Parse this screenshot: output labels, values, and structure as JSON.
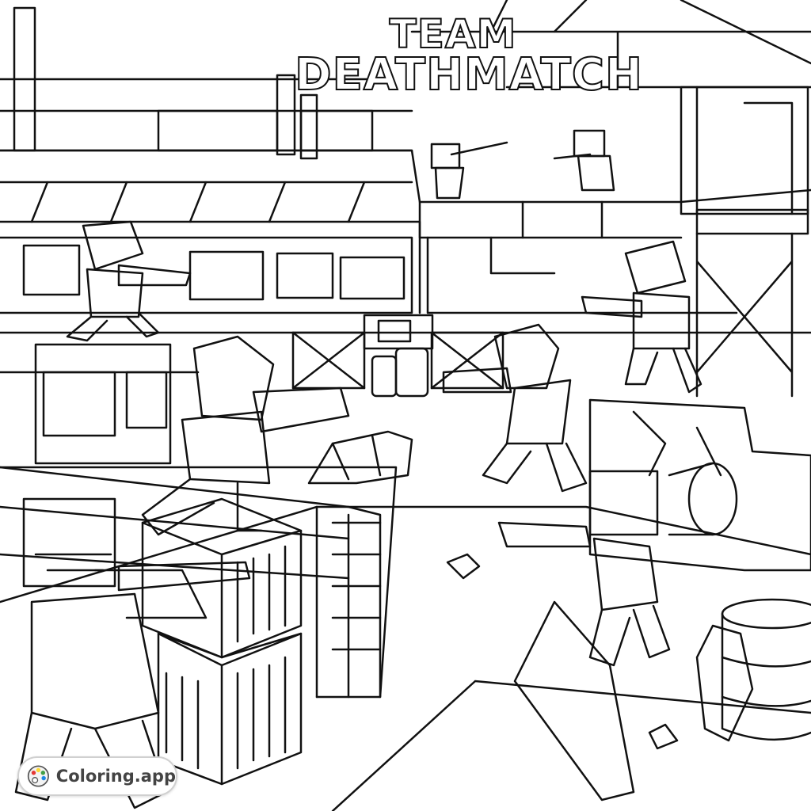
{
  "title": {
    "line1": "TEAM",
    "line2": "DEATHMATCH"
  },
  "watermark": {
    "text": "Coloring.app",
    "icon": "palette-icon"
  },
  "colors": {
    "line_art": "#111111",
    "background": "#ffffff",
    "badge_text": "#444444"
  }
}
